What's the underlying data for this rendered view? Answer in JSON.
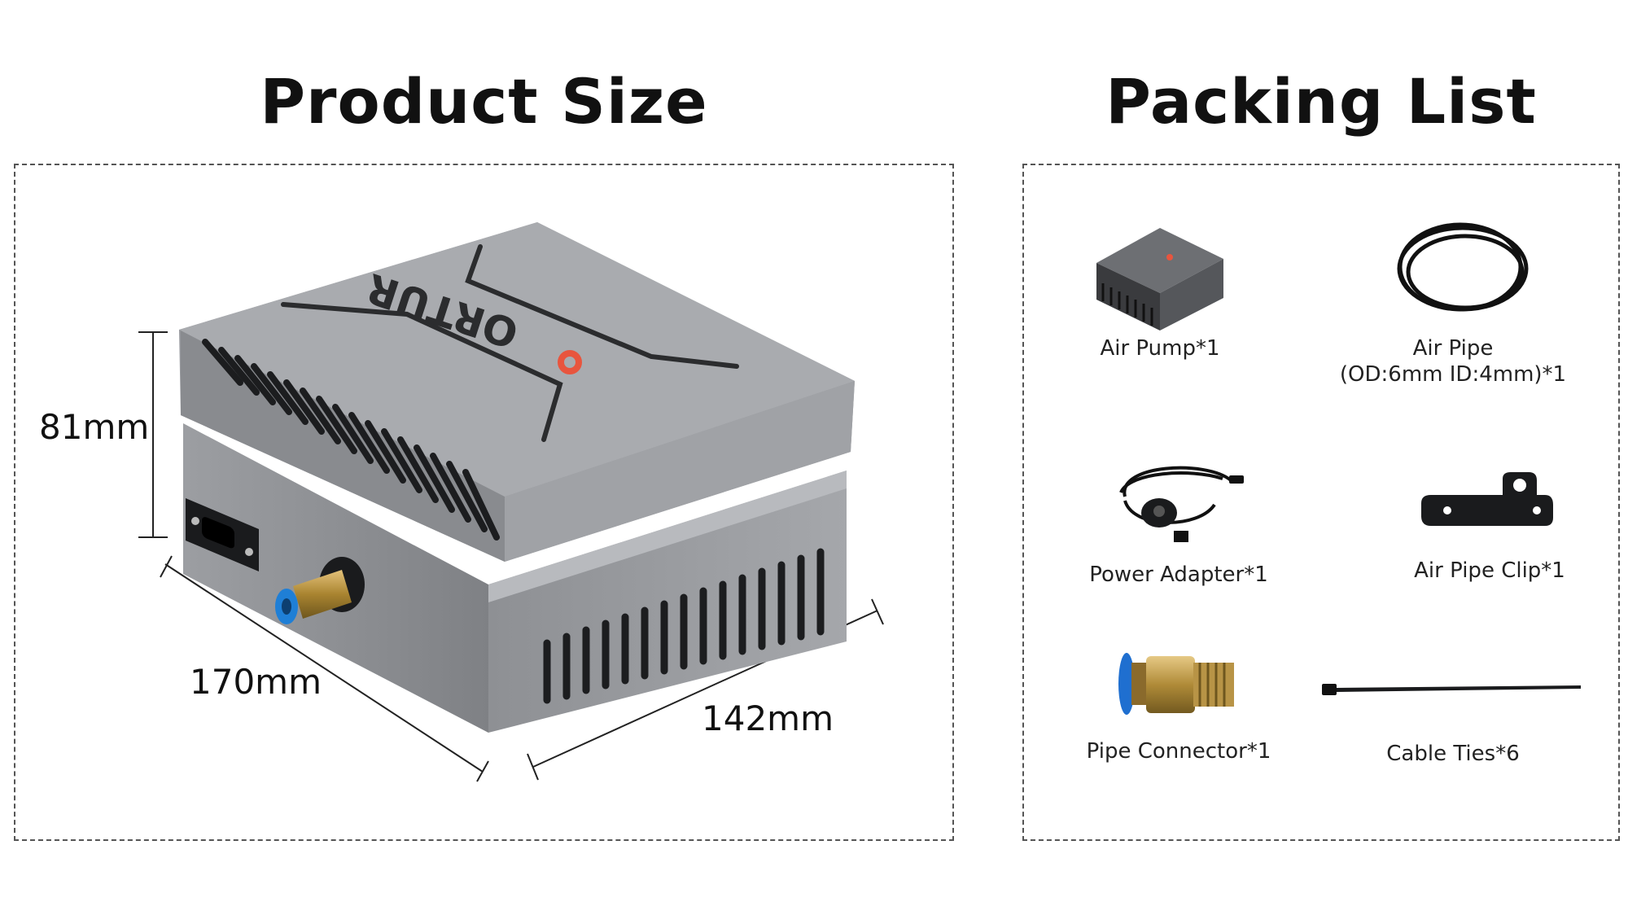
{
  "headings": {
    "product_size": "Product Size",
    "packing_list": "Packing List"
  },
  "dimensions": {
    "height": "81mm",
    "length": "170mm",
    "width": "142mm"
  },
  "device": {
    "brand_mark": "ORTUR",
    "body_color": "#9a9ca0",
    "accent_color": "#e8553e"
  },
  "packing_items": [
    {
      "name": "air-pump",
      "label": "Air Pump*1",
      "label2": ""
    },
    {
      "name": "air-pipe",
      "label": "Air Pipe",
      "label2": "(OD:6mm ID:4mm)*1"
    },
    {
      "name": "power-adapter",
      "label": "Power Adapter*1",
      "label2": ""
    },
    {
      "name": "air-pipe-clip",
      "label": "Air Pipe Clip*1",
      "label2": ""
    },
    {
      "name": "pipe-connector",
      "label": "Pipe Connector*1",
      "label2": ""
    },
    {
      "name": "cable-ties",
      "label": "Cable Ties*6",
      "label2": ""
    }
  ]
}
